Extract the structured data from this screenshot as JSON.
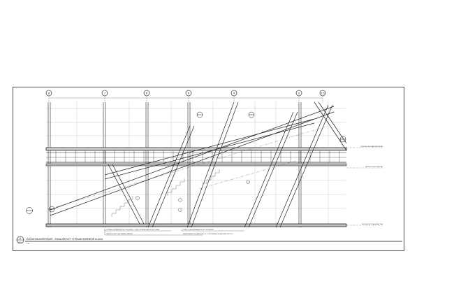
{
  "drawing": {
    "grid_lines": [
      {
        "id": "8",
        "label": "8"
      },
      {
        "id": "7",
        "label": "7"
      },
      {
        "id": "6",
        "label": "6"
      },
      {
        "id": "5",
        "label": "5"
      },
      {
        "id": "4",
        "label": "4"
      },
      {
        "id": "3",
        "label": "3"
      },
      {
        "id": "2",
        "label": "2.5"
      }
    ],
    "title": {
      "number": "8",
      "sheet_ref": "A510",
      "text": "ÉLÉVATION INTÉRIEURE - ESCALIER N ET VITRAGE INTÉRIEUR N-121A",
      "scale": "1:50"
    },
    "level_tags": {
      "top": "DESSUS DE PLANCHER 2ÈME",
      "mid": "DESSOUS DE PLAFOND",
      "bottom": "DESSUS DE PLANCHER 1ER"
    },
    "notes": {
      "n1": "VITRAGE INTÉRIEUR DE L'ESCALIER - VOIR LE DÉTAIL ARCHITECTURAL",
      "n2": "STRUCTURE APPARENTE DE L'ESCALIER",
      "n3": "GARDE-CORPS EN VERRE TREMPÉ",
      "n4": "REVÊTEMENT DE MARCHES ET CONTREMARCHES EN BÉTON POLI"
    },
    "callouts": {
      "c1": "1",
      "c2": "2",
      "c3": "3",
      "c4": "4"
    },
    "colors": {
      "line": "#333333",
      "heavy": "#111111",
      "light": "#8a8a8a"
    }
  }
}
